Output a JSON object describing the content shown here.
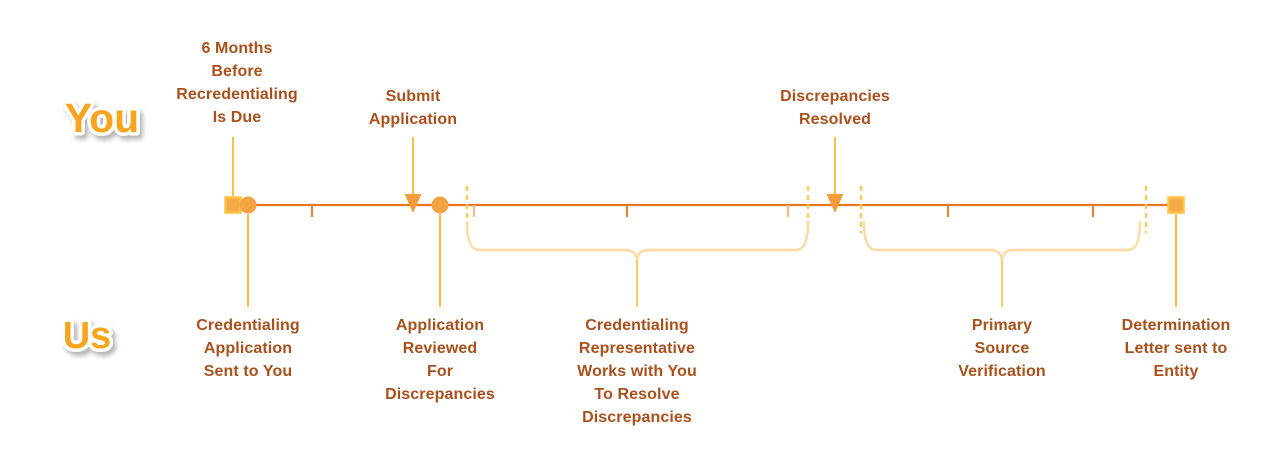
{
  "actors": {
    "you": "You",
    "us": "Us"
  },
  "timeline": {
    "top_events": [
      {
        "label": "6 Months\nBefore\nRecredentialing\nIs Due",
        "marker": "square",
        "connector": "line"
      },
      {
        "label": "Submit\nApplication",
        "marker": "arrow-down",
        "connector": "arrow"
      },
      {
        "label": "Discrepancies\nResolved",
        "marker": "arrow-down",
        "connector": "arrow"
      }
    ],
    "bottom_events": [
      {
        "label": "Credentialing\nApplication\nSent to You",
        "marker": "circle",
        "connector": "line"
      },
      {
        "label": "Application\nReviewed\nFor\nDiscrepancies",
        "marker": "circle",
        "connector": "line"
      },
      {
        "label": "Credentialing\nRepresentative\nWorks with You\nTo Resolve\nDiscrepancies",
        "marker": "brace-span",
        "connector": "brace"
      },
      {
        "label": "Primary\nSource\nVerification",
        "marker": "brace-span",
        "connector": "brace"
      },
      {
        "label": "Determination\nLetter sent to\nEntity",
        "marker": "square",
        "connector": "line"
      }
    ]
  },
  "colors": {
    "axis": "#E8761E",
    "tick_dark": "#E98434",
    "tick_light": "#F5B886",
    "dashed_divider": "#FFC95E",
    "brace": "#FFD9A4",
    "connector": "#FFC043",
    "marker_fill": "#F5A947",
    "marker_border": "#FFC243",
    "arrowhead": "#F49C3A",
    "label_text": "#A9501C",
    "actor_text": "#F7A51F"
  }
}
